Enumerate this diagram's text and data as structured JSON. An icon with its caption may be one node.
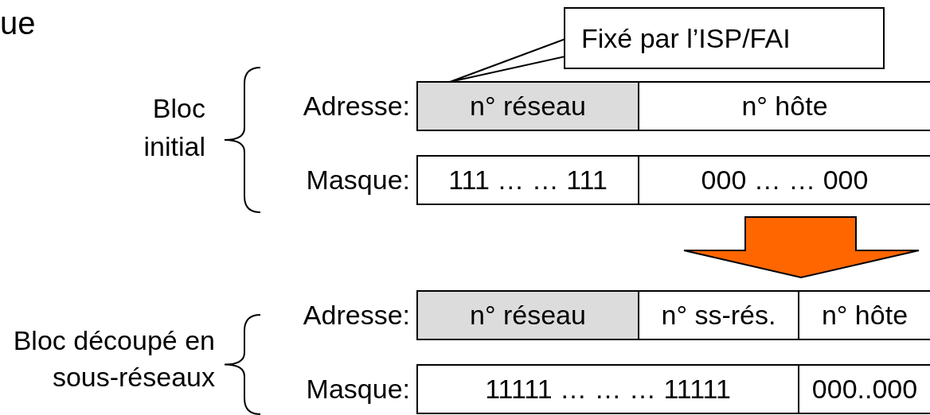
{
  "diagram": {
    "nodes": [
      {
        "text": [
          "Fixé par l’ISP/FAI"
        ]
      },
      {
        "text": [
          "n° réseau"
        ]
      },
      {
        "text": [
          "n° hôte"
        ]
      },
      {
        "text": [
          "111 … … 111"
        ]
      },
      {
        "text": [
          "000 … … 000"
        ]
      },
      {
        "text": [
          "n° réseau"
        ]
      },
      {
        "text": [
          "n° ss-rés."
        ]
      },
      {
        "text": [
          "n° hôte"
        ]
      },
      {
        "text": [
          "11111 … … … 11111"
        ]
      },
      {
        "text": [
          "000..000"
        ]
      }
    ],
    "edges": [
      {
        "from": 0,
        "to": 1,
        "arrow": "none"
      },
      {
        "from": 4,
        "to": 6,
        "arrow": "to",
        "style": "thick",
        "color": "#ff6600"
      }
    ],
    "labels": [
      "ue",
      "Bloc initial",
      "Adresse:",
      "Masque:",
      "Bloc découpé en sous-réseaux",
      "Adresse:",
      "Masque:"
    ]
  }
}
